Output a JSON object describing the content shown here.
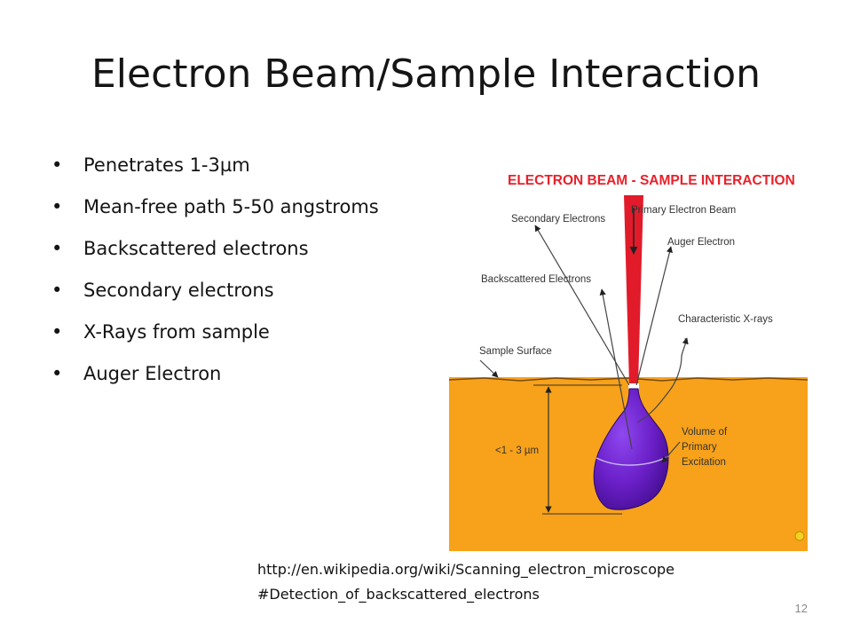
{
  "slide": {
    "title": "Electron Beam/Sample Interaction",
    "number": "12"
  },
  "bullets": [
    "Penetrates 1-3µm",
    "Mean-free path 5-50 angstroms",
    "Backscattered electrons",
    "Secondary electrons",
    "X-Rays from sample",
    "Auger Electron"
  ],
  "figure": {
    "title": "ELECTRON BEAM - SAMPLE INTERACTION",
    "labels": {
      "secondary": "Secondary Electrons",
      "primary": "Primary Electron Beam",
      "auger": "Auger Electron",
      "backscattered": "Backscattered Electrons",
      "xrays": "Characteristic X-rays",
      "surface": "Sample Surface",
      "depth": "<1 - 3 µm",
      "volume_1": "Volume of",
      "volume_2": "Primary",
      "volume_3": "Excitation"
    },
    "colors": {
      "title": "#e8212b",
      "beam": "#e11b2a",
      "sample": "#f7a21a",
      "volume": "#6a1fc7",
      "volume_dark": "#3f0c8a"
    }
  },
  "credit": "http://en.wikipedia.org/wiki/Scanning_electron_microscope#Detection_of_backscattered_electrons"
}
